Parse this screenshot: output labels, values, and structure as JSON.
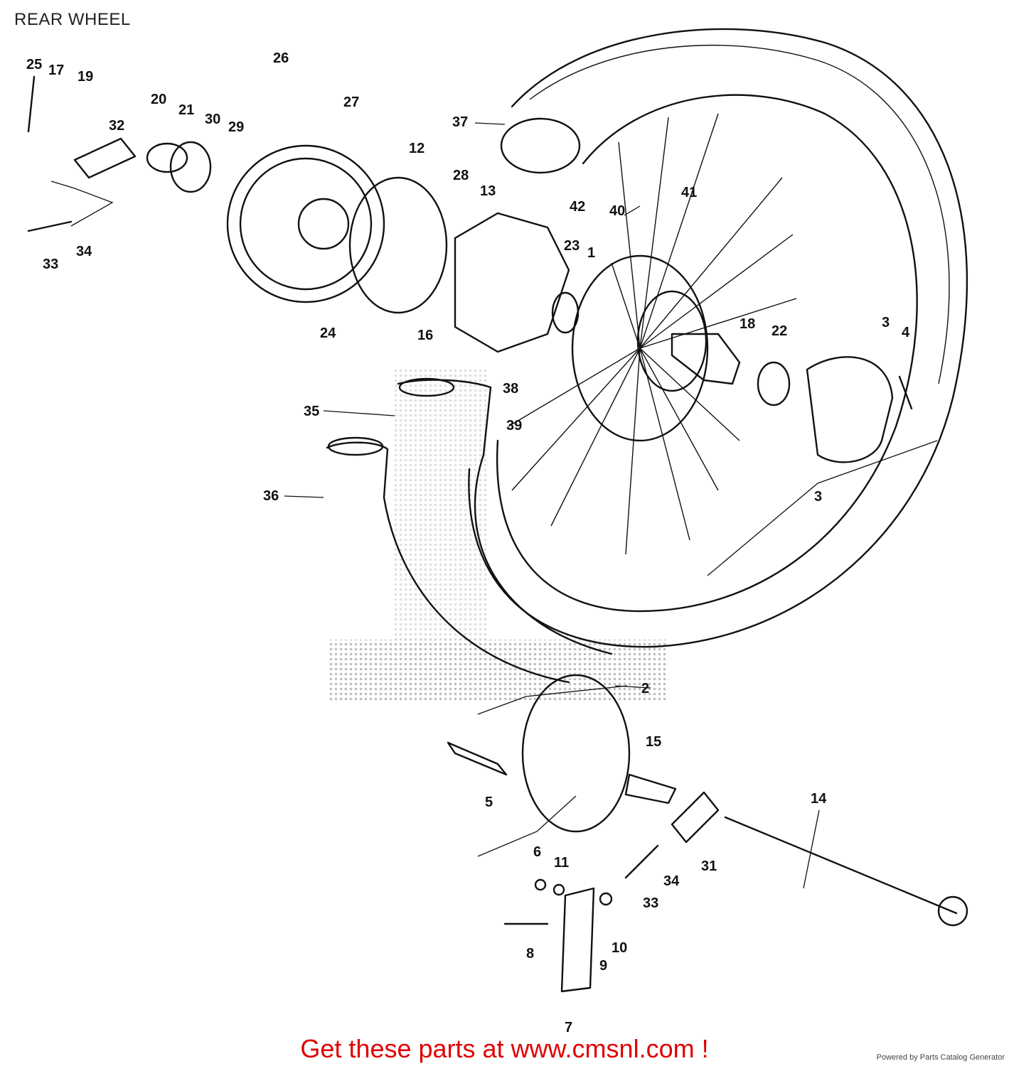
{
  "header": {
    "title": "REAR WHEEL"
  },
  "callouts": [
    "25",
    "17",
    "19",
    "32",
    "33",
    "34",
    "20",
    "21",
    "30",
    "29",
    "26",
    "27",
    "12",
    "28",
    "13",
    "24",
    "16",
    "23",
    "37",
    "42",
    "40",
    "41",
    "1",
    "18",
    "22",
    "3",
    "4",
    "35",
    "38",
    "39",
    "36",
    "2",
    "15",
    "5",
    "14",
    "6",
    "11",
    "31",
    "33",
    "34",
    "8",
    "9",
    "10",
    "7"
  ],
  "colors": {
    "ink": "#111111",
    "footer_link": "#e00000",
    "watermark": "#bdbdbd"
  },
  "footer": {
    "link_text": "Get these parts at www.cmsnl.com !",
    "credit_text": "Powered by Parts Catalog Generator"
  }
}
